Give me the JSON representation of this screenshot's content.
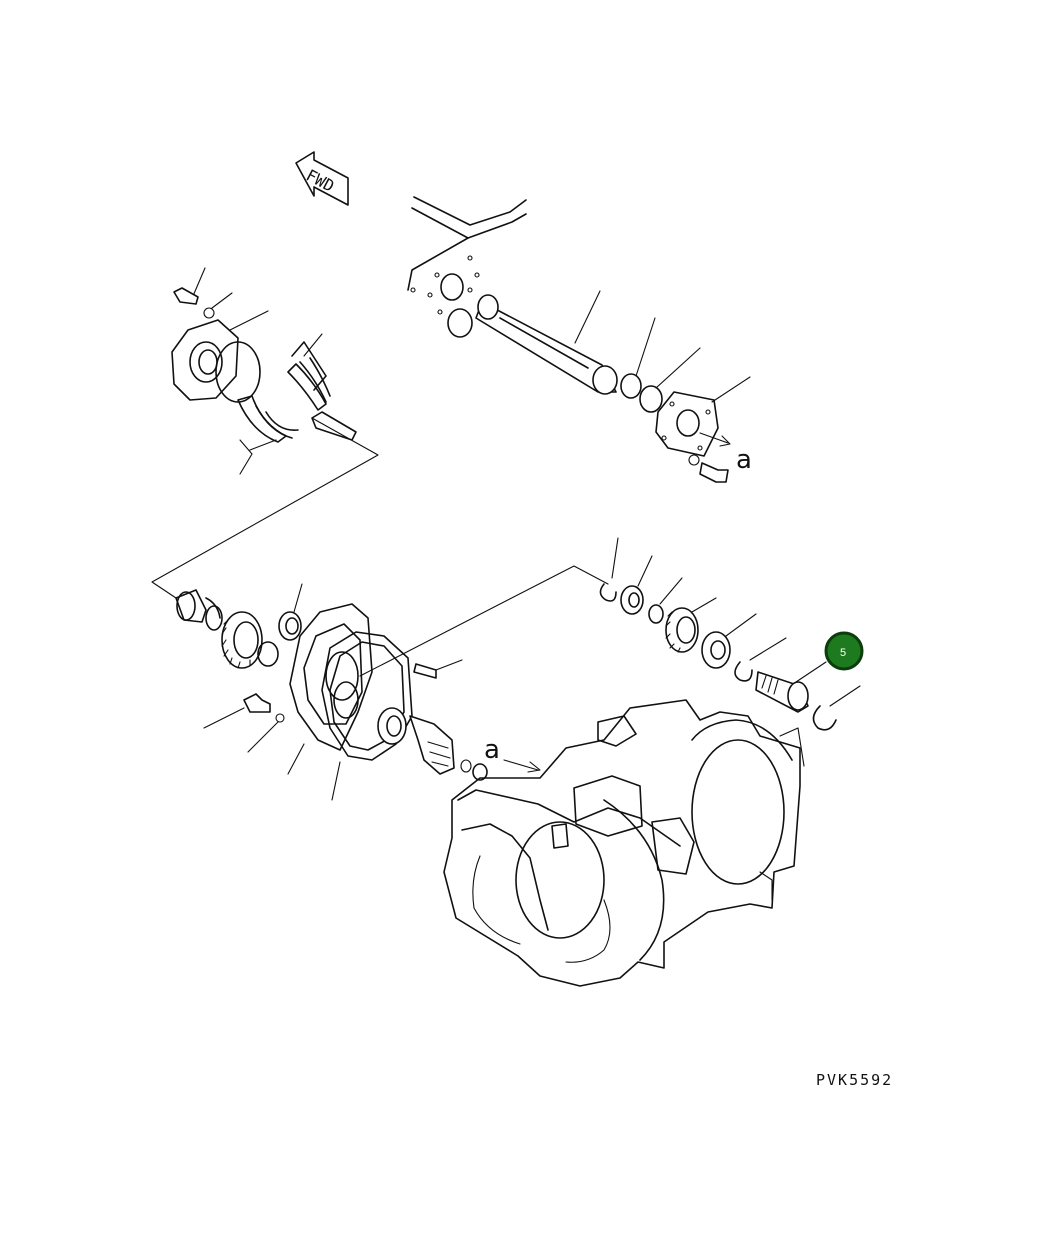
{
  "diagram": {
    "fwd_label": "FWD",
    "ref_a_top": "a",
    "ref_a_bottom": "a",
    "callout": {
      "number": "5",
      "fill": "#1e7a1e",
      "stroke": "#0c3d0c"
    },
    "drawing_code": "PVK5592"
  }
}
